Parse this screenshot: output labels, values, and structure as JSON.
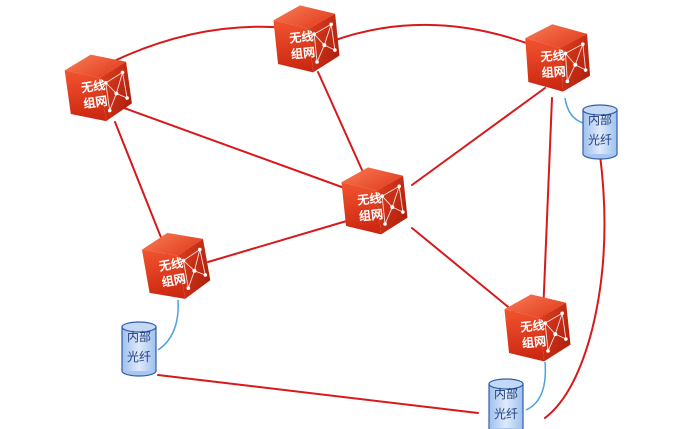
{
  "node_label": {
    "line1": "无线",
    "line2": "组网"
  },
  "storage_label": {
    "line1": "内部",
    "line2": "光纤"
  },
  "colors": {
    "link_red": "#d7191c",
    "fiber_blue": "#4aa3df",
    "cube_front": "#e23a1d",
    "cube_side": "#b9220f",
    "cube_top": "#f15a34",
    "db_blue": "#2f5da8",
    "db_light": "#a9c6ef"
  },
  "icons": {
    "node": "wireless-cube-icon",
    "storage": "database-cylinder-icon"
  }
}
